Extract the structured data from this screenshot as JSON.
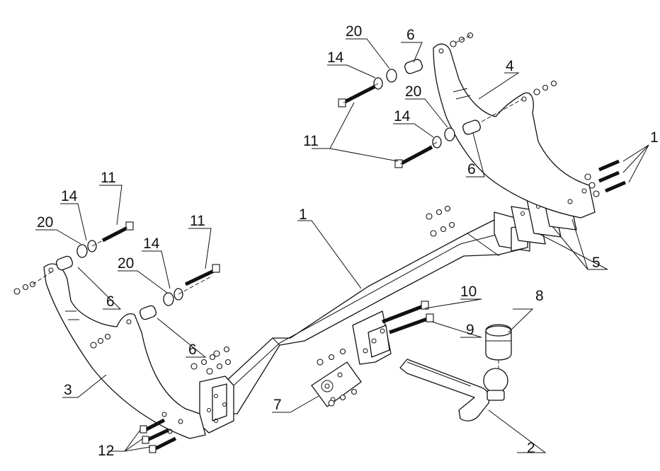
{
  "callouts": {
    "tow_bar_main": "1",
    "ball_neck": "2",
    "left_bracket": "3",
    "right_bracket": "4",
    "spacer_plates": "5",
    "spacer_tube": "6",
    "socket_plate": "7",
    "ball_cover": "8",
    "bolt_9": "9",
    "bolt_10": "10",
    "bolt_11": "11",
    "bolts_12": "12",
    "washer_14": "14",
    "washer_20": "20",
    "right_edge_partial": "1"
  },
  "colors": {
    "line": "#111111",
    "background": "#ffffff"
  }
}
